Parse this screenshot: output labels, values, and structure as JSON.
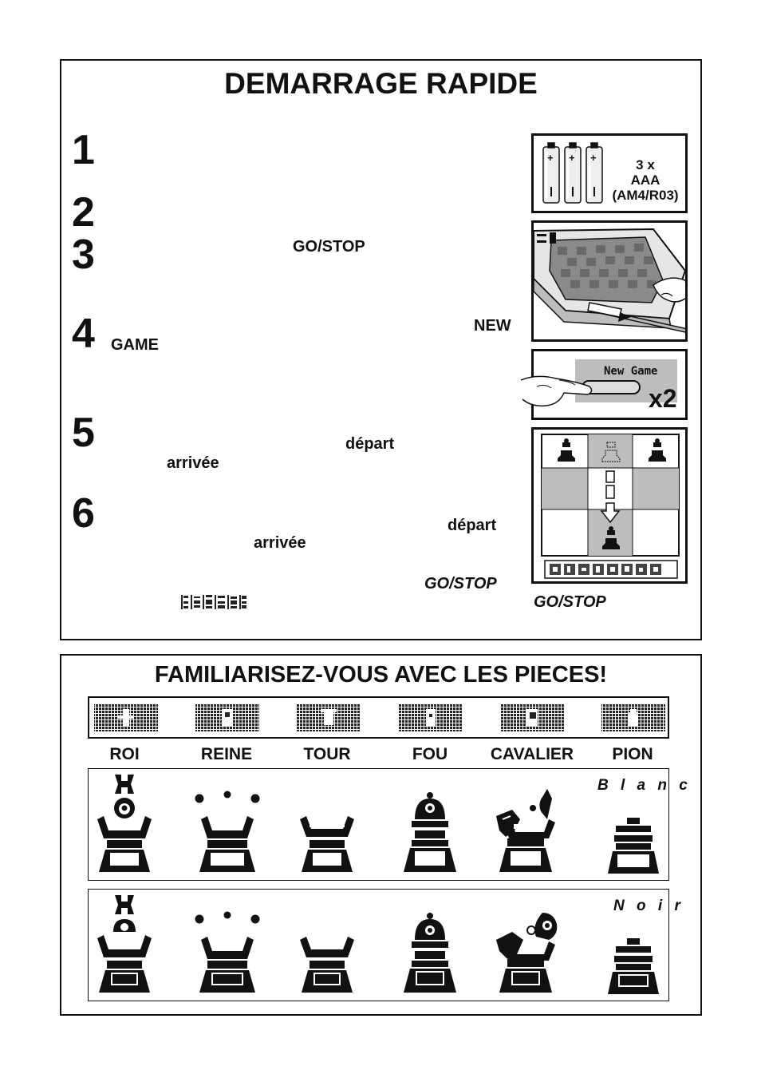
{
  "quickstart": {
    "title": "DEMARRAGE RAPIDE",
    "steps": [
      {
        "number": "1"
      },
      {
        "number": "2"
      },
      {
        "number": "3",
        "keyword": "GO/STOP"
      },
      {
        "number": "4",
        "keyword_a": "NEW",
        "keyword_b": "GAME"
      },
      {
        "number": "5",
        "keyword_a": "départ",
        "keyword_b": "arrivée"
      },
      {
        "number": "6",
        "keyword_a": "départ",
        "keyword_b": "arrivée",
        "keyword_c": "GO/STOP"
      }
    ],
    "battery": {
      "count": "3 x",
      "type": "AAA",
      "code": "(AM4/R03)"
    },
    "newgame_button": {
      "label": "New Game",
      "times": "x2"
    },
    "side_gostop": "GO/STOP"
  },
  "pieces": {
    "title": "FAMILIARISEZ-VOUS AVEC LES PIECES!",
    "labels": [
      "ROI",
      "REINE",
      "TOUR",
      "FOU",
      "CAVALIER",
      "PION"
    ],
    "white_label": "B l a n c",
    "black_label": "N o i r"
  },
  "colors": {
    "ink": "#111111",
    "board_gray": "#bdbdbd",
    "paper": "#ffffff"
  }
}
